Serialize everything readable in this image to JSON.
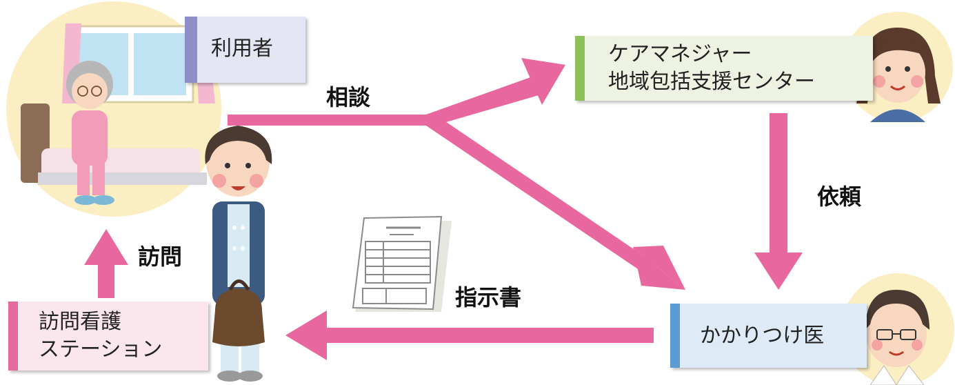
{
  "nodes": {
    "user": {
      "label": "利用者"
    },
    "care_manager": {
      "label": "ケアマネジャー\n地域包括支援センター"
    },
    "doctor": {
      "label": "かかりつけ医"
    },
    "nursing_station": {
      "label": "訪問看護\nステーション"
    }
  },
  "edges": {
    "consult": {
      "label": "相談"
    },
    "request": {
      "label": "依頼"
    },
    "visit": {
      "label": "訪問"
    },
    "instructions": {
      "label": "指示書"
    }
  },
  "colors": {
    "arrow": "#e8679e",
    "user_bar": "#8e8fc6",
    "care_manager_bar": "#8dbf5b",
    "doctor_bar": "#5b9bd5",
    "nursing_bar": "#e66a9d"
  }
}
